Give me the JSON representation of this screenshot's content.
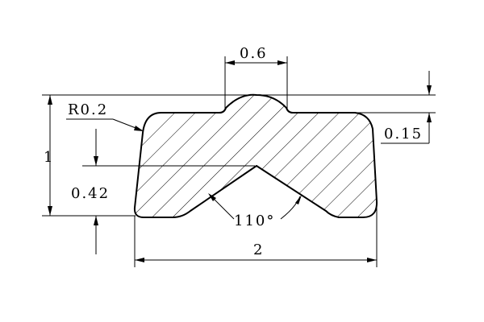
{
  "dimensions": {
    "top_width": "0.6",
    "fillet_radius": "R0.2",
    "bump_height": "0.15",
    "total_height": "1",
    "groove_height": "0.42",
    "groove_angle": "110°",
    "base_width": "2"
  }
}
